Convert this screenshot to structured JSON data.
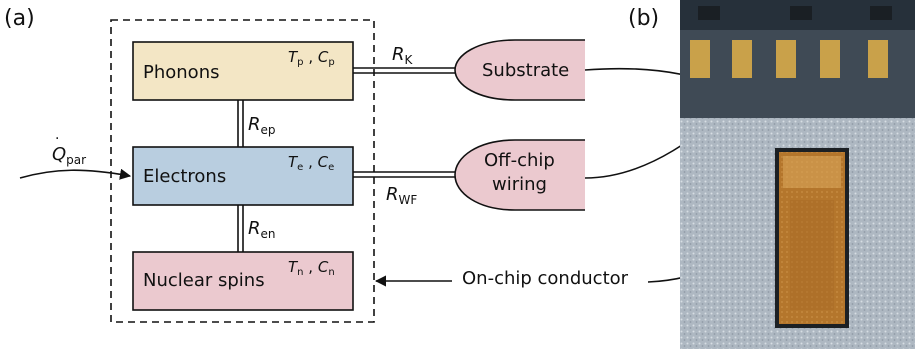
{
  "panel_a_label": "(a)",
  "panel_b_label": "(b)",
  "heat_input": {
    "symbol": "Q",
    "sub": "par"
  },
  "boxes": {
    "phonons": {
      "label": "Phonons",
      "T": "T",
      "T_sub": "p",
      "C": "C",
      "C_sub": "p",
      "sep": ","
    },
    "electrons": {
      "label": "Electrons",
      "T": "T",
      "T_sub": "e",
      "C": "C",
      "C_sub": "e",
      "sep": ","
    },
    "nuclear": {
      "label": "Nuclear spins",
      "T": "T",
      "T_sub": "n",
      "C": "C",
      "C_sub": "n",
      "sep": ","
    }
  },
  "resistances": {
    "ep": {
      "sym": "R",
      "sub": "ep"
    },
    "en": {
      "sym": "R",
      "sub": "en"
    },
    "K": {
      "sym": "R",
      "sub": "K"
    },
    "WF": {
      "sym": "R",
      "sub": "WF"
    }
  },
  "baths": {
    "substrate": "Substrate",
    "wiring_line1": "Off-chip",
    "wiring_line2": "wiring"
  },
  "on_chip_label": "On-chip conductor",
  "colors": {
    "phonons_fill": "#f3e6c5",
    "electrons_fill": "#b9cee0",
    "nuclear_fill": "#ebc9cf",
    "bath_fill": "#ebc9cf",
    "stroke": "#111111"
  }
}
